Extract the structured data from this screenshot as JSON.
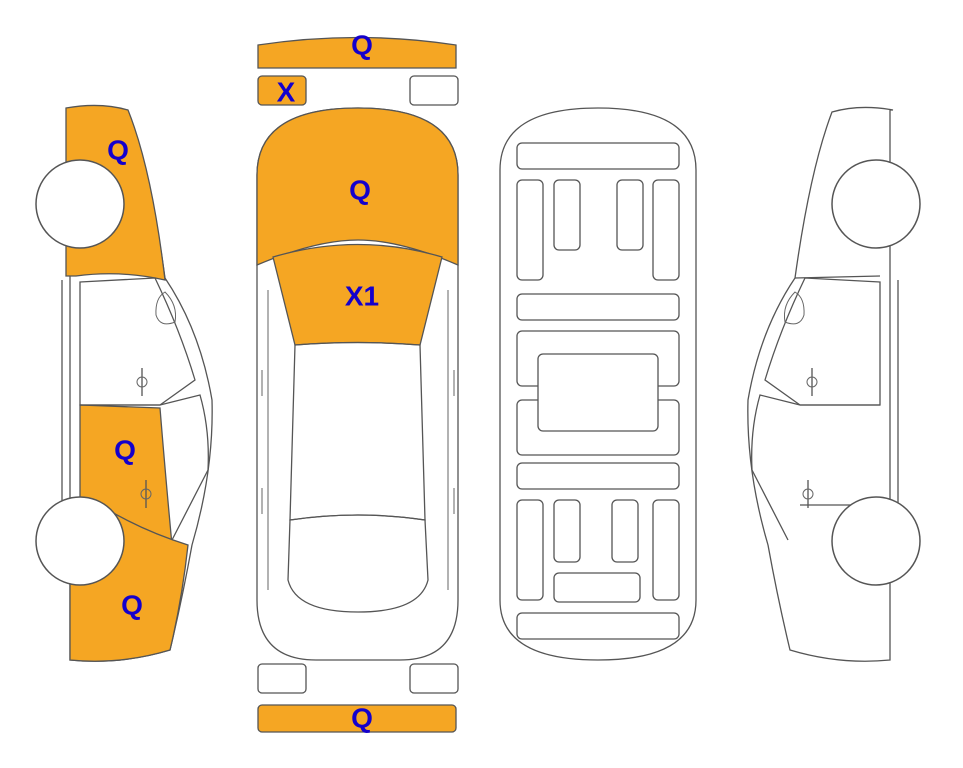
{
  "colors": {
    "damage_fill": "#F5A623",
    "label_color": "#1400CC",
    "outline": "#555555"
  },
  "markers": {
    "front_bumper": "Q",
    "left_headlight": "X",
    "hood": "Q",
    "windshield": "X1",
    "rear_bumper": "Q",
    "left_front_fender": "Q",
    "left_rear_door": "Q",
    "left_rear_quarter": "Q"
  }
}
